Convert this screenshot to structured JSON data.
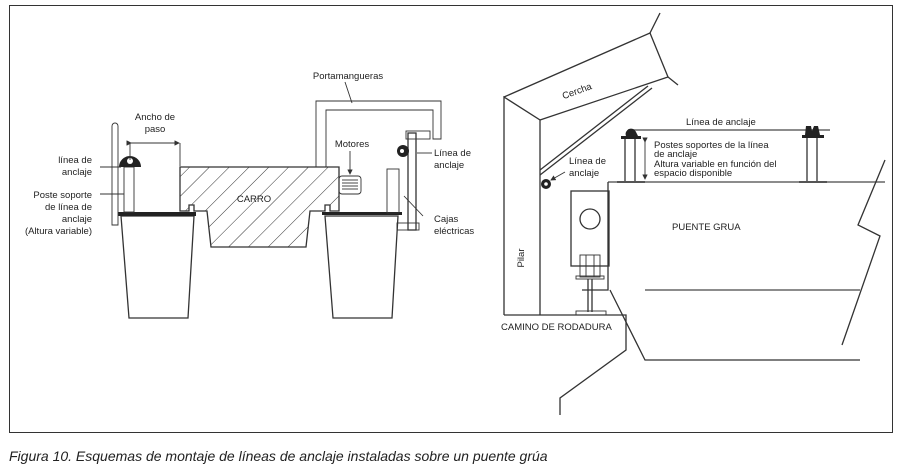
{
  "figure": {
    "caption": "Figura 10. Esquemas de montaje de líneas de anclaje instaladas sobre un puente grúa"
  },
  "left_diagram": {
    "labels": {
      "ancho_de_paso_1": "Ancho de",
      "ancho_de_paso_2": "paso",
      "linea_anclaje_left_1": "línea de",
      "linea_anclaje_left_2": "anclaje",
      "poste_1": "Poste soporte",
      "poste_2": "de línea de",
      "poste_3": "anclaje",
      "poste_4": "(Altura variable)",
      "carro": "CARRO",
      "portamangueras": "Portamangueras",
      "motores": "Motores",
      "linea_anclaje_right_1": "Línea de",
      "linea_anclaje_right_2": "anclaje",
      "cajas_1": "Cajas",
      "cajas_2": "eléctricas"
    }
  },
  "right_diagram": {
    "labels": {
      "cercha": "Cercha",
      "linea_anclaje_top": "Línea de anclaje",
      "postes_1": "Postes soportes de la línea",
      "postes_2": "de anclaje",
      "postes_3": "Altura variable en función del",
      "postes_4": "espacio disponible",
      "linea_anclaje_pillar_1": "Línea de",
      "linea_anclaje_pillar_2": "anclaje",
      "puente_grua": "PUENTE GRUA",
      "pilar": "Pilar",
      "camino": "CAMINO DE RODADURA"
    }
  }
}
